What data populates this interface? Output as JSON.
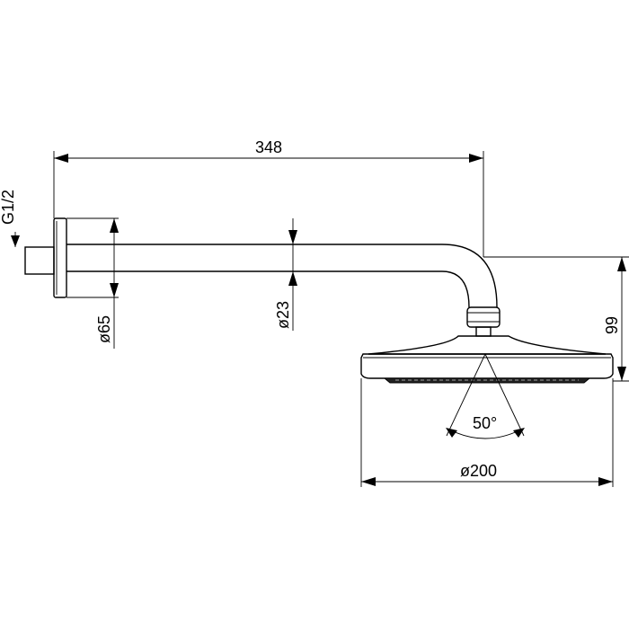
{
  "dimensions": {
    "arm_length": "348",
    "thread": "G1/2",
    "flange_diameter": "ø65",
    "pipe_diameter": "ø23",
    "drop_height": "99",
    "spray_angle": "50°",
    "head_diameter": "ø200"
  }
}
